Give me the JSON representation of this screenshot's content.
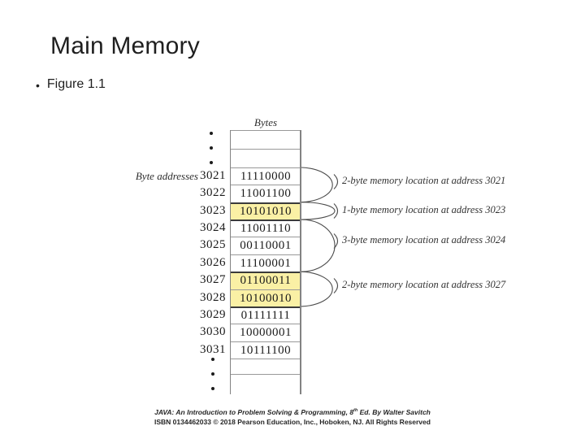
{
  "slide": {
    "title": "Main Memory",
    "bullet_marker": "•",
    "bullet_text": "Figure 1.1"
  },
  "figure": {
    "bytes_label": "Bytes",
    "byte_addresses_label": "Byte addresses",
    "rows": [
      {
        "address": "3021",
        "value": "11110000",
        "highlight": false
      },
      {
        "address": "3022",
        "value": "11001100",
        "highlight": false
      },
      {
        "address": "3023",
        "value": "10101010",
        "highlight": true
      },
      {
        "address": "3024",
        "value": "11001110",
        "highlight": false
      },
      {
        "address": "3025",
        "value": "00110001",
        "highlight": false
      },
      {
        "address": "3026",
        "value": "11100001",
        "highlight": false
      },
      {
        "address": "3027",
        "value": "01100011",
        "highlight": true
      },
      {
        "address": "3028",
        "value": "10100010",
        "highlight": true
      },
      {
        "address": "3029",
        "value": "01111111",
        "highlight": false
      },
      {
        "address": "3030",
        "value": "10000001",
        "highlight": false
      },
      {
        "address": "3031",
        "value": "10111100",
        "highlight": false
      }
    ],
    "locations": [
      {
        "start_address": "3021",
        "bytes": 2,
        "label": "2-byte memory location at address 3021"
      },
      {
        "start_address": "3023",
        "bytes": 1,
        "label": "1-byte memory location at address 3023"
      },
      {
        "start_address": "3024",
        "bytes": 3,
        "label": "3-byte memory location at address 3024"
      },
      {
        "start_address": "3027",
        "bytes": 2,
        "label": "2-byte memory location at address 3027"
      }
    ],
    "highlight_color": "#FAF0A5"
  },
  "footer": {
    "line1_before_sup": "JAVA: An Introduction to Problem Solving & Programming, 8",
    "line1_sup": "th",
    "line1_after_sup": " Ed. By Walter Savitch",
    "line2": "ISBN 0134462033 © 2018 Pearson Education, Inc., Hoboken, NJ. All Rights Reserved"
  }
}
